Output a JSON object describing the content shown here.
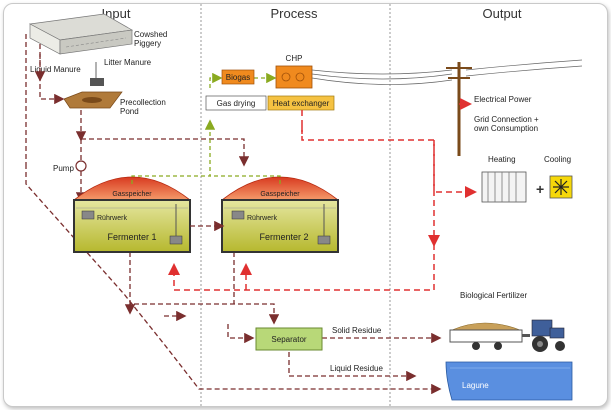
{
  "columns": {
    "input": "Input",
    "process": "Process",
    "output": "Output"
  },
  "labels": {
    "cowshed": [
      "Cowshed",
      "Piggery"
    ],
    "liquid_manure": "Liquid Manure",
    "litter_manure": "Litter Manure",
    "precollection": [
      "Precollection",
      "Pond"
    ],
    "pump": "Pump",
    "biogas": "Biogas",
    "gas_drying": "Gas drying",
    "chp": "CHP",
    "heat_exchanger": "Heat exchanger",
    "gasspeicher": "Gasspeicher",
    "ruehrwerk": "Rührwerk",
    "fermenter1": "Fermenter 1",
    "fermenter2": "Fermenter 2",
    "electrical_power": "Electrical Power",
    "grid_connection": [
      "Grid Connection +",
      "own Consumption"
    ],
    "heating": "Heating",
    "cooling": "Cooling",
    "plus": "+",
    "biological_fertilizer": "Biological Fertilizer",
    "separator": "Separator",
    "solid_residue": "Solid Residue",
    "liquid_residue": "Liquid Residue",
    "lagune": "Lagune"
  },
  "colors": {
    "manure_flow": "#7a2e2e",
    "heat_flow": "#e03030",
    "gas_flow": "#8aaa20",
    "fermenter_fill": "#c8c83a",
    "box_orange": "#f08a1e",
    "separator_fill": "#b8d878",
    "lagune_fill": "#5a8fe0"
  }
}
